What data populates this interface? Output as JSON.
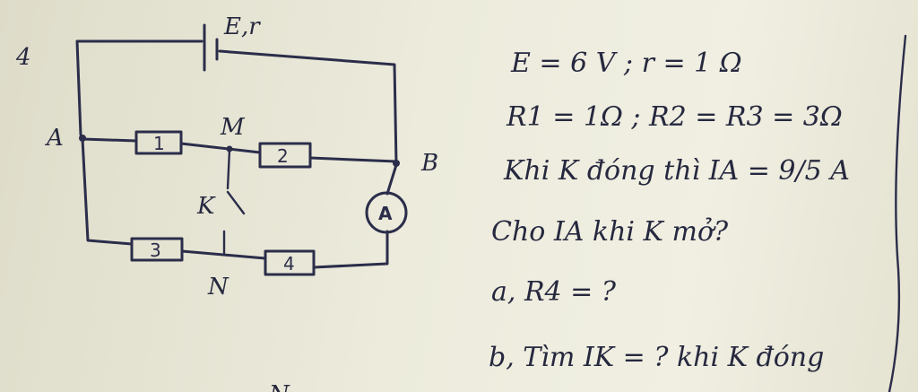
{
  "problem_number": "4",
  "circuit": {
    "source_label": "E,r",
    "node_a": "A",
    "node_b": "B",
    "node_m": "M",
    "node_n": "N",
    "switch_label": "K",
    "resistors": [
      "1",
      "2",
      "3",
      "4"
    ],
    "ammeter_label": "A"
  },
  "text_lines": [
    "E = 6 V ; r = 1 Ω",
    "R1 = 1Ω ; R2 = R3 = 3Ω",
    "Khi K đóng thì IA = 9/5 A",
    "Cho IA khi K mở?",
    "a, R4 = ?",
    "b, Tìm IK = ? khi K đóng"
  ],
  "bottom_fragment": "N"
}
